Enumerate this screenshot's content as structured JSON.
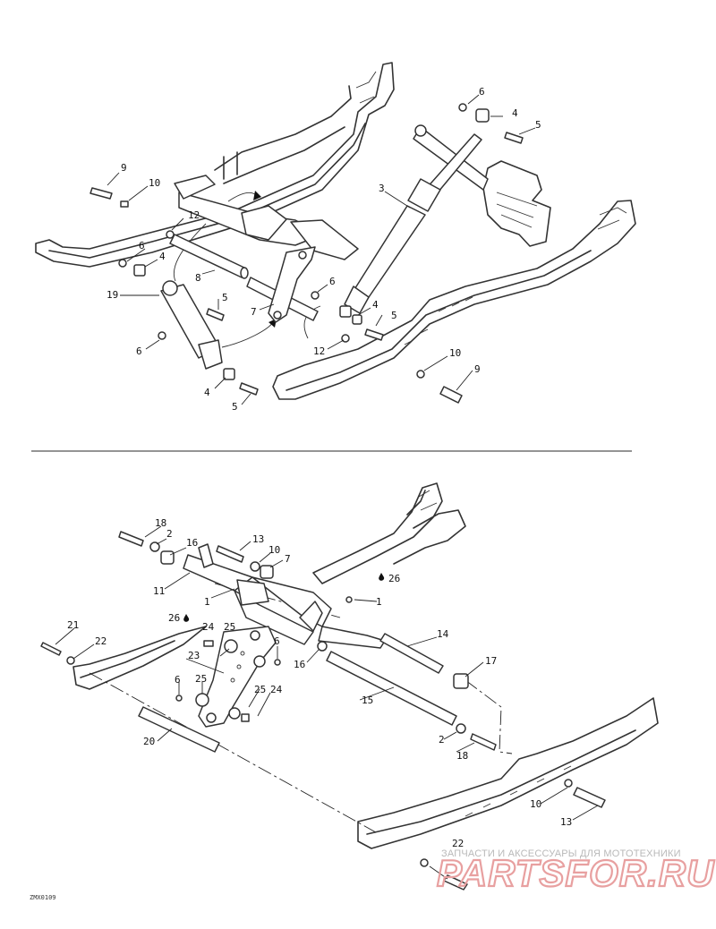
{
  "top_view": {
    "callouts": [
      "6",
      "4",
      "5",
      "3",
      "9",
      "10",
      "12",
      "6",
      "4",
      "8",
      "19",
      "5",
      "7",
      "6",
      "4",
      "5",
      "6",
      "12",
      "10",
      "9",
      "4",
      "5"
    ]
  },
  "bottom_view": {
    "callouts": [
      "18",
      "2",
      "16",
      "13",
      "10",
      "7",
      "11",
      "1",
      "26",
      "1",
      "26",
      "21",
      "22",
      "24",
      "25",
      "6",
      "23",
      "16",
      "14",
      "17",
      "25",
      "25",
      "24",
      "6",
      "15",
      "20",
      "2",
      "18",
      "10",
      "13",
      "22"
    ]
  },
  "watermark": {
    "tagline": "ЗАПЧАСТИ И АКСЕССУАРЫ ДЛЯ МОТОТЕХНИКИ",
    "logo": "PARTSFOR.RU"
  },
  "drawing_code": "ZMX0109"
}
